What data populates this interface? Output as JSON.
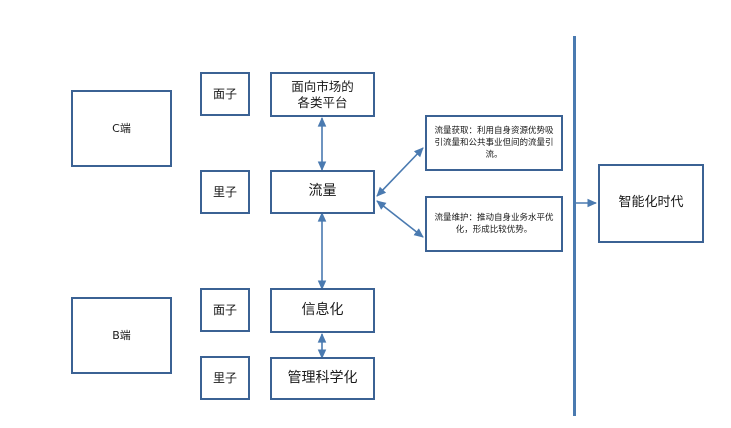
{
  "diagram": {
    "title": "",
    "colors": {
      "node_border": "#3b6294",
      "connector": "#4a7ab0",
      "background": "#ffffff",
      "text": "#1a1a1a"
    },
    "nodes": {
      "c_side": "C端",
      "b_side": "B端",
      "face_top": "面子",
      "inner_top": "里子",
      "face_bottom": "面子",
      "inner_bottom": "里子",
      "platforms": "面向市场的\n各类平台",
      "traffic": "流量",
      "informatization": "信息化",
      "management_science": "管理科学化",
      "note_acquire": "流量获取：利用自身资源优势吸引流量和公共事业但间的流量引流。",
      "note_maintain": "流量维护：推动自身业务水平优化，形成比较优势。",
      "era": "智能化时代"
    },
    "connectors": [
      {
        "name": "platforms-traffic",
        "type": "double-arrow-vertical"
      },
      {
        "name": "traffic-informatization",
        "type": "double-arrow-vertical"
      },
      {
        "name": "informatization-management",
        "type": "double-arrow-vertical"
      },
      {
        "name": "traffic-note-acquire",
        "type": "double-arrow-diagonal"
      },
      {
        "name": "traffic-note-maintain",
        "type": "double-arrow-diagonal"
      },
      {
        "name": "divider-era",
        "type": "single-arrow-right"
      }
    ],
    "divider": {
      "name": "vertical-divider",
      "orientation": "vertical"
    }
  }
}
